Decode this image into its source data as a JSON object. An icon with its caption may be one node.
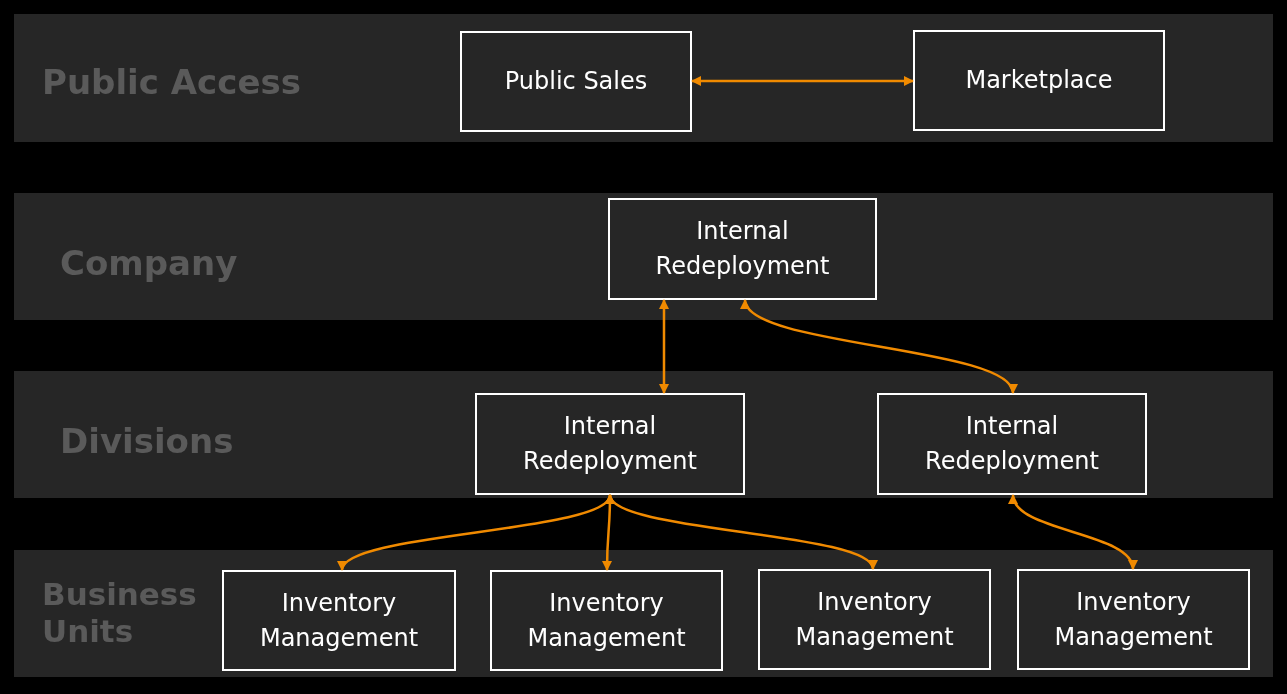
{
  "diagram": {
    "nodes": [
      {
        "text": [
          "Public Access"
        ]
      },
      {
        "text": [
          "Public Sales"
        ],
        "in": 0
      },
      {
        "text": [
          "Marketplace"
        ],
        "in": 0
      },
      {
        "text": [
          "Company"
        ]
      },
      {
        "text": [
          "Internal Redeployment"
        ],
        "in": 3
      },
      {
        "text": [
          "Divisions"
        ]
      },
      {
        "text": [
          "Internal Redeployment"
        ],
        "in": 5
      },
      {
        "text": [
          "Internal Redeployment"
        ],
        "in": 5
      },
      {
        "text": [
          "Business Units"
        ]
      },
      {
        "text": [
          "Inventory Management"
        ],
        "in": 8
      },
      {
        "text": [
          "Inventory Management"
        ],
        "in": 8
      },
      {
        "text": [
          "Inventory Management"
        ],
        "in": 8
      },
      {
        "text": [
          "Inventory Management"
        ],
        "in": 8
      }
    ],
    "edges": [
      {
        "from": 1,
        "to": 2,
        "arrow": "both"
      },
      {
        "from": 4,
        "to": 6,
        "arrow": "both"
      },
      {
        "from": 4,
        "to": 7,
        "arrow": "both"
      },
      {
        "from": 6,
        "to": 9,
        "arrow": "both"
      },
      {
        "from": 6,
        "to": 10,
        "arrow": "both"
      },
      {
        "from": 6,
        "to": 11,
        "arrow": "both"
      },
      {
        "from": 7,
        "to": 12,
        "arrow": "both"
      }
    ]
  }
}
